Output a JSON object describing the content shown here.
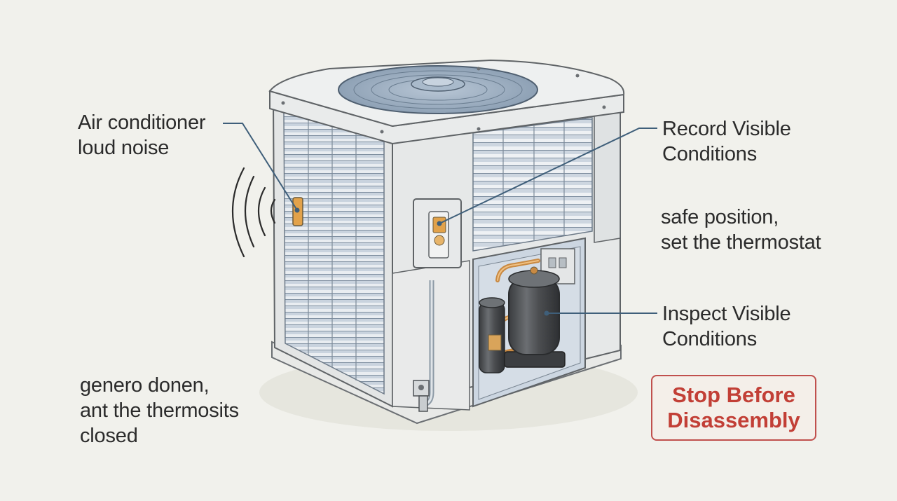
{
  "callouts": {
    "noise": [
      "Air conditioner",
      "loud noise"
    ],
    "record": [
      "Record Visible",
      "Conditions"
    ],
    "safe": [
      "safe position,",
      "set the thermostat"
    ],
    "inspect": [
      "Inspect Visible",
      "Conditions"
    ],
    "genero": [
      "genero donen,",
      "ant the thermosits",
      "closed"
    ]
  },
  "warning": {
    "lines": [
      "Stop Before",
      "Disassembly"
    ],
    "color": "#c23f36"
  },
  "colors": {
    "background": "#f1f1ec",
    "unit_body": "#e4e6e6",
    "fin_panel": "#c9d3de",
    "leader_line": "#3f5f7a",
    "compressor": "#4b4d50",
    "copper_pipe": "#c98a43",
    "service_tag": "#e2a24a"
  },
  "illustration": {
    "subject": "outdoor air conditioner condenser unit",
    "icons": [
      "fan-grille-icon",
      "sound-waves-icon",
      "compressor-icon",
      "disconnect-box-icon",
      "service-valve-icon"
    ]
  }
}
